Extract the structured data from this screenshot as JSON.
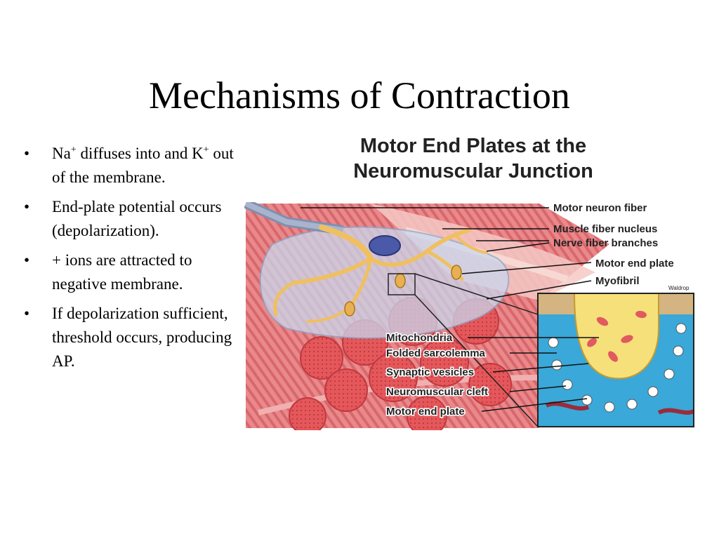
{
  "slide": {
    "title": "Mechanisms of Contraction",
    "bullets": [
      {
        "pre": "Na",
        "sup1": "+",
        "mid": " diffuses into and K",
        "sup2": "+",
        "post": "  out of the membrane."
      },
      {
        "text": "End-plate potential occurs (depolarization)."
      },
      {
        "text": "+ ions are attracted to negative membrane."
      },
      {
        "text": "If depolarization sufficient, threshold occurs, producing AP."
      }
    ],
    "bullet_glyph": "•"
  },
  "figure": {
    "title_line1": "Motor End Plates at the",
    "title_line2": "Neuromuscular Junction",
    "labels_right": [
      "Motor neuron fiber",
      "Muscle fiber nucleus",
      "Nerve fiber branches",
      "Motor end plate",
      "Myofibril"
    ],
    "labels_left": [
      "Mitochondria",
      "Folded sarcolemma",
      "Synaptic vesicles",
      "Neuromuscular cleft",
      "Motor end plate"
    ],
    "credit": "Waldrop",
    "colors": {
      "muscle": "#d94a4a",
      "muscle_light": "#f2a0a0",
      "nerve": "#f0c060",
      "sheath": "#b8c8e0",
      "cleft": "#3aa8d8"
    }
  }
}
